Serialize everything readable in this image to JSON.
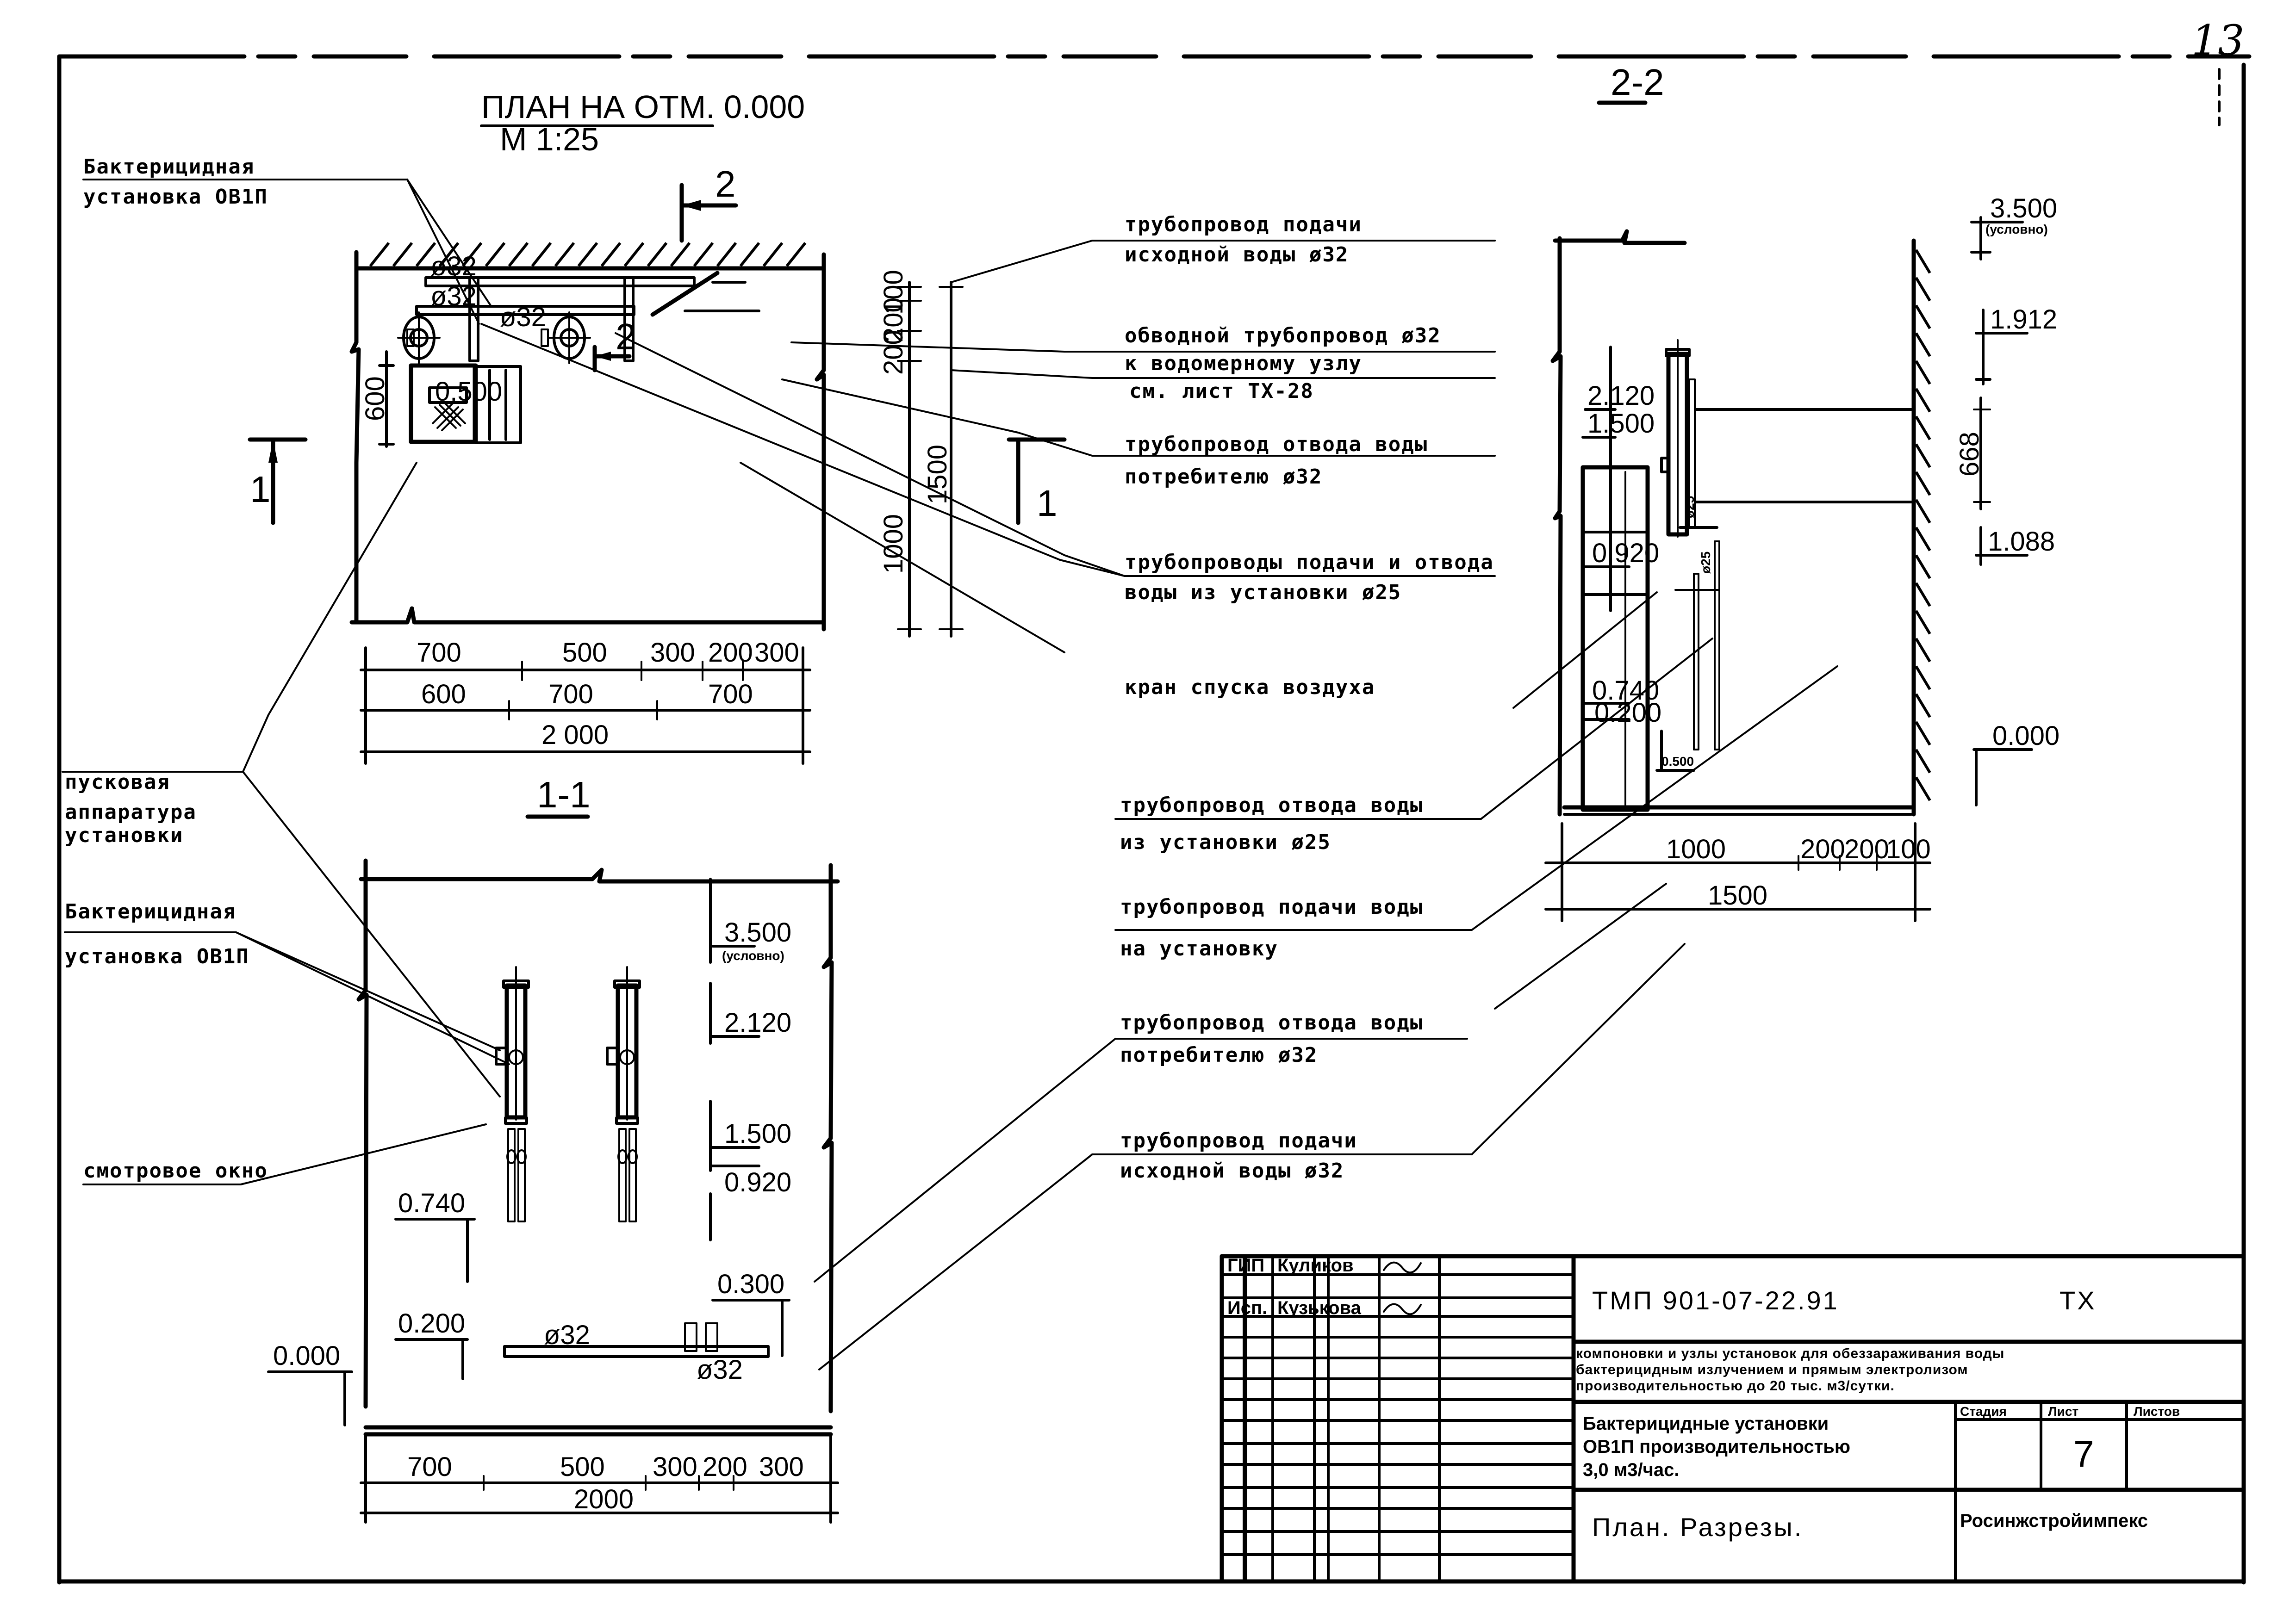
{
  "sheet": {
    "page_number_handwritten": "13",
    "colors": {
      "ink": "#000000",
      "paper": "#ffffff"
    }
  },
  "plan": {
    "title": "ПЛАН НА ОТМ. 0.000",
    "scale": "М 1:25",
    "section_marker_2": "2",
    "section_marker_1": "1",
    "mark_0500": "0.500",
    "pipe_d32_a": "ø32",
    "pipe_d32_b": "ø32",
    "pipe_d32_c": "ø32",
    "dim_600_vert": "600",
    "dims_right": [
      "100",
      "200",
      "200",
      "1500",
      "1000"
    ],
    "dims_bottom_row1": [
      "700",
      "500",
      "300",
      "200",
      "300"
    ],
    "dims_bottom_row2": [
      "600",
      "700",
      "700"
    ],
    "dim_total": "2 000"
  },
  "left_labels": {
    "bactericidal_unit_1_line1": "Бактерицидная",
    "bactericidal_unit_1_line2": "установка ОВ1П",
    "launch_equipment_line1": "пусковая",
    "launch_equipment_line2": "аппаратура",
    "launch_equipment_line3": "установки",
    "bactericidal_unit_2_line1": "Бактерицидная",
    "bactericidal_unit_2_line2": "установка ОВ1П",
    "sight_glass": "смотровое окно"
  },
  "callouts_upper": [
    {
      "line1": "трубопровод подачи",
      "line2": "исходной воды ø32"
    },
    {
      "line1": "обводной трубопровод ø32",
      "line2": ""
    },
    {
      "line1": "к водомерному узлу",
      "line2": "см. лист ТХ-28"
    },
    {
      "line1": "трубопровод отвода воды",
      "line2": "потребителю ø32"
    },
    {
      "line1": "трубопроводы подачи и отвода",
      "line2": "воды из установки ø25"
    },
    {
      "line1": "кран спуска воздуха",
      "line2": ""
    }
  ],
  "callouts_lower": [
    {
      "line1": "трубопровод отвода воды",
      "line2": "из установки ø25"
    },
    {
      "line1": "трубопровод подачи воды",
      "line2": "на установку"
    },
    {
      "line1": "трубопровод отвода воды",
      "line2": "потребителю ø32"
    },
    {
      "line1": "трубопровод подачи",
      "line2": "исходной воды ø32"
    }
  ],
  "section_1_1": {
    "title": "1-1",
    "marks": [
      "3.500",
      "(условно)",
      "2.120",
      "1.500",
      "0.920",
      "0.740",
      "0.200",
      "0.000",
      "0.300"
    ],
    "pipe_d32_a": "ø32",
    "pipe_d32_b": "ø32",
    "dims_bottom_row1": [
      "700",
      "500",
      "300",
      "200",
      "300"
    ],
    "dim_total": "2000"
  },
  "section_2_2": {
    "title": "2-2",
    "marks_right": [
      "3.500",
      "(условно)",
      "1.912",
      "1.088",
      "0.000"
    ],
    "dim_668": "668",
    "marks_left": [
      "2.120",
      "1.500",
      "0.920",
      "0.740",
      "0.200",
      "0.500"
    ],
    "pipe_d25_a": "ø25",
    "pipe_d25_b": "ø25",
    "dims_bottom_row1": [
      "1000",
      "200",
      "200",
      "100"
    ],
    "dim_total": "1500"
  },
  "title_block": {
    "roles": [
      {
        "role": "ГИП",
        "name": "Куликов",
        "signature": "signed"
      },
      {
        "role": "",
        "name": "",
        "signature": ""
      },
      {
        "role": "Исп.",
        "name": "Кузькова",
        "signature": "signed"
      }
    ],
    "doc_code": "ТМП 901-07-22.91",
    "doc_mark": "ТХ",
    "project_description": "Компоновки и узлы установок для обеззараживания воды бактерицидным излучением и прямым электролизом производительностью до 20 тыс. м3/сутки.",
    "project_desc_lines": [
      "компоновки и узлы установок для обеззараживания воды",
      "бактерицидным излучением и прямым электролизом",
      "производительностью до 20 тыс. м3/сутки."
    ],
    "sheet_title_lines": [
      "Бактерицидные установки",
      "ОВ1П производительностью",
      "3,0 м3/час."
    ],
    "col_stage": "Стадия",
    "col_sheet": "Лист",
    "col_sheets": "Листов",
    "stage_value": "",
    "sheet_value": "7",
    "sheets_value": "",
    "drawing_name": "План. Разрезы.",
    "organization": "Росинжстройимпекс"
  }
}
